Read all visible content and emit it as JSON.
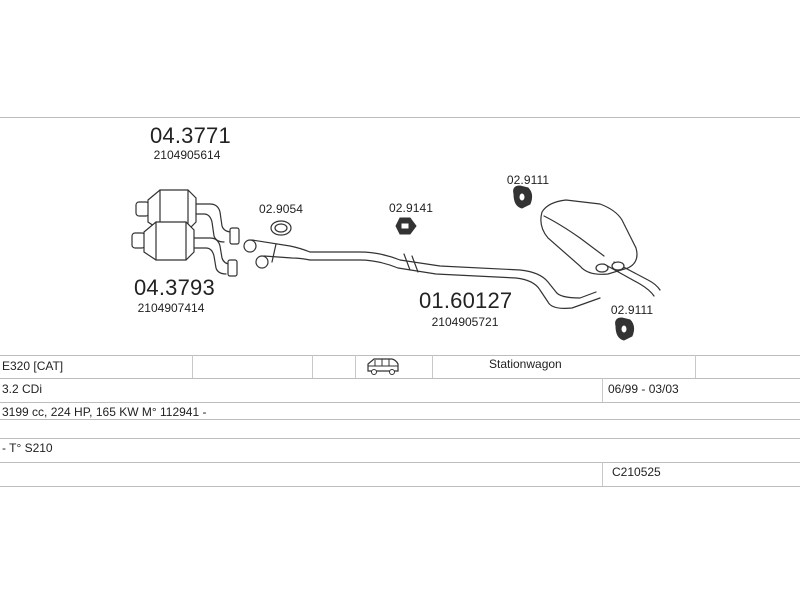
{
  "parts": [
    {
      "id": "cat_top",
      "number": "04.3771",
      "oem": "2104905614"
    },
    {
      "id": "cat_bottom",
      "number": "04.3793",
      "oem": "2104907414"
    },
    {
      "id": "gasket",
      "number": "02.9054"
    },
    {
      "id": "hanger_mid",
      "number": "02.9141"
    },
    {
      "id": "hanger_top",
      "number": "02.9111"
    },
    {
      "id": "middle_rear",
      "number": "01.60127",
      "oem": "2104905721"
    },
    {
      "id": "hanger_bottom",
      "number": "02.9111"
    }
  ],
  "vehicle": {
    "model": "E320  [CAT]",
    "body_type": "Stationwagon",
    "engine": "3.2 CDi",
    "years": "06/99 - 03/03",
    "specs": "3199 cc, 224 HP, 165 KW M° 112941 -",
    "chassis": "- T° S210",
    "code": "C210525"
  },
  "icons": {
    "vehicle": "station-wagon-icon"
  }
}
